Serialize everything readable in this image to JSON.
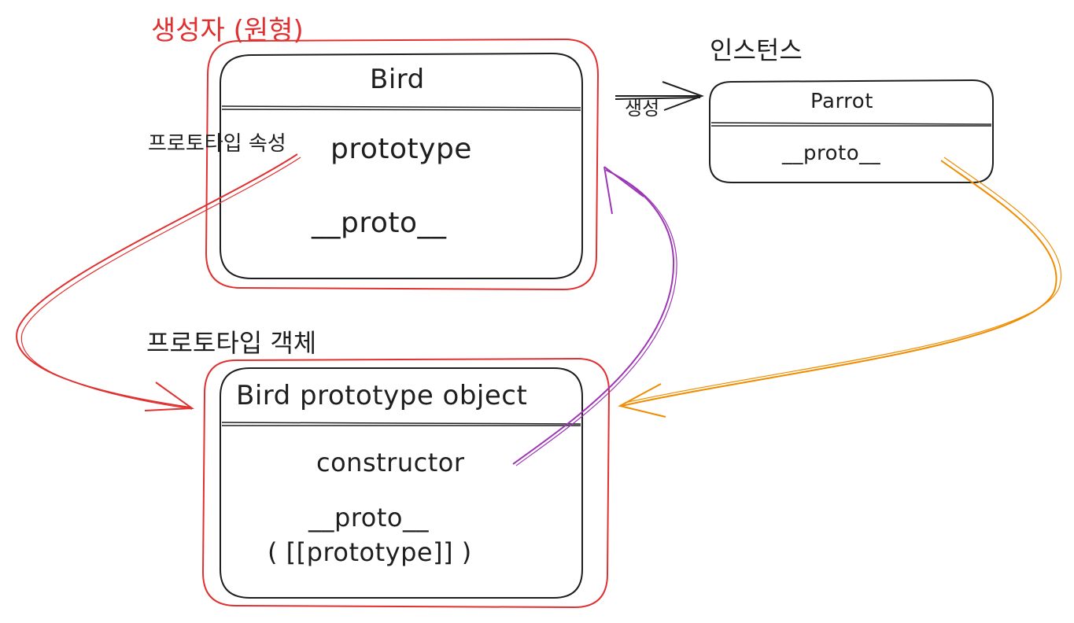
{
  "colors": {
    "ink": "#1e1e1e",
    "red": "#e03131",
    "purple": "#9c36b5",
    "orange": "#f08c00"
  },
  "labels": {
    "constructor_caption": "생성자 (원형)",
    "instance_caption": "인스턴스",
    "create_arrow_label": "생성",
    "prototype_property_caption": "프로토타입 속성",
    "prototype_object_caption": "프로토타입 객체"
  },
  "bird_box": {
    "title": "Bird",
    "field_prototype": "prototype",
    "field_proto": "__proto__"
  },
  "parrot_box": {
    "title": "Parrot",
    "field_proto": "__proto__"
  },
  "proto_object_box": {
    "title": "Bird prototype object",
    "field_constructor": "constructor",
    "field_proto": "__proto__",
    "field_proto_note": "( [[prototype]] )"
  }
}
